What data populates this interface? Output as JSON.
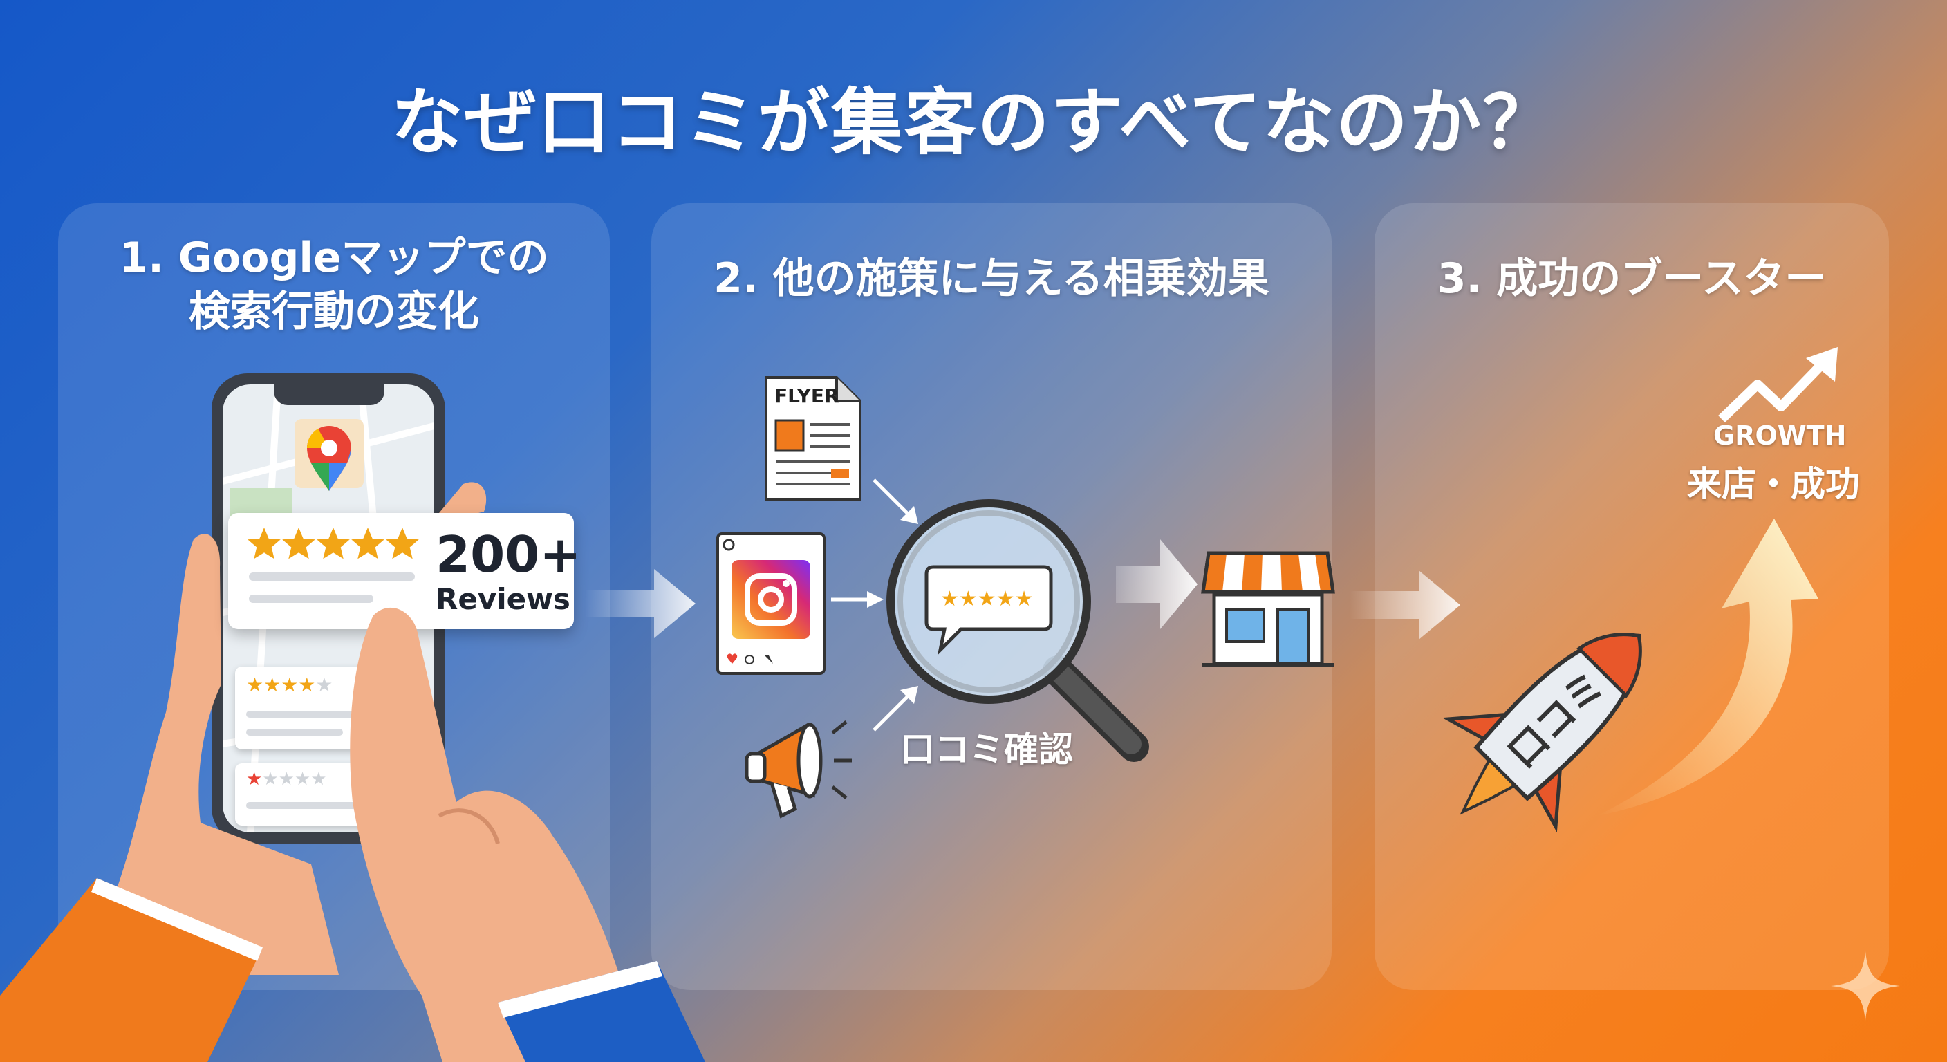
{
  "title": "なぜ口コミが集客のすべてなのか？",
  "panels": [
    {
      "title_line1": "1. Googleマップでの",
      "title_line2": "検索行動の変化",
      "review_count": "200+",
      "review_label": "Reviews"
    },
    {
      "title": "2. 他の施策に与える相乗効果",
      "flyer_label": "FLYER",
      "search_label": "口コミ確認"
    },
    {
      "title": "3. 成功のブースター",
      "growth_label": "GROWTH",
      "success_label": "来店・成功",
      "rocket_label": "口コミ"
    }
  ],
  "colors": {
    "bg_blue": "#1558c8",
    "bg_orange": "#f57a14",
    "star": "#f2a516",
    "accent_orange": "#f07a1c"
  },
  "icons": [
    "map-pin-icon",
    "star-icon",
    "flyer-icon",
    "instagram-icon",
    "megaphone-icon",
    "magnifier-icon",
    "store-icon",
    "rocket-icon",
    "growth-arrow-icon",
    "sparkle-icon",
    "arrow-right-icon"
  ]
}
